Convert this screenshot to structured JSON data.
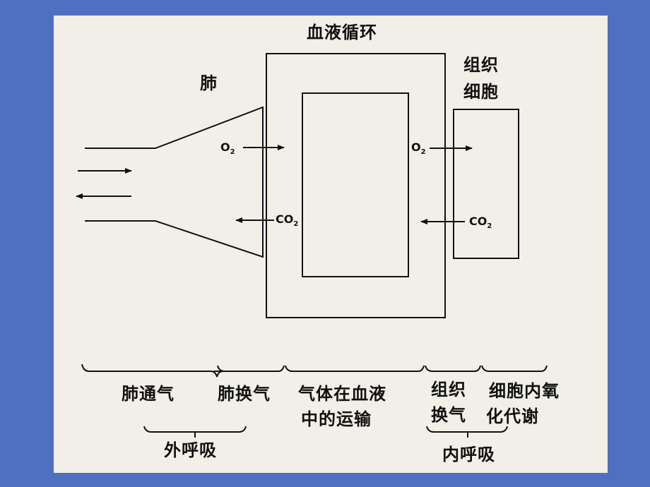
{
  "colors": {
    "background": "#4f6fc0",
    "paper": "#f1efe7",
    "ink": "#111111"
  },
  "diagram": {
    "blood_circulation": "血液循环",
    "lung": "肺",
    "tissue_cells_line1": "组织",
    "tissue_cells_line2": "细胞",
    "o2_left": {
      "base": "O",
      "sub": "2"
    },
    "co2_left": {
      "base": "CO",
      "sub": "2"
    },
    "o2_right": {
      "base": "O",
      "sub": "2"
    },
    "co2_right": {
      "base": "CO",
      "sub": "2"
    }
  },
  "stages": {
    "lung_ventilation": "肺通气",
    "lung_gas_exchange": "肺换气",
    "transport_line1": "气体在血液",
    "transport_line2": "中的运输",
    "tissue_exchange_line1": "组织",
    "tissue_exchange_line2": "换气",
    "cell_metabolism_line1": "细胞内氧",
    "cell_metabolism_line2": "化代谢"
  },
  "groups": {
    "external_respiration": "外呼吸",
    "internal_respiration": "内呼吸"
  }
}
